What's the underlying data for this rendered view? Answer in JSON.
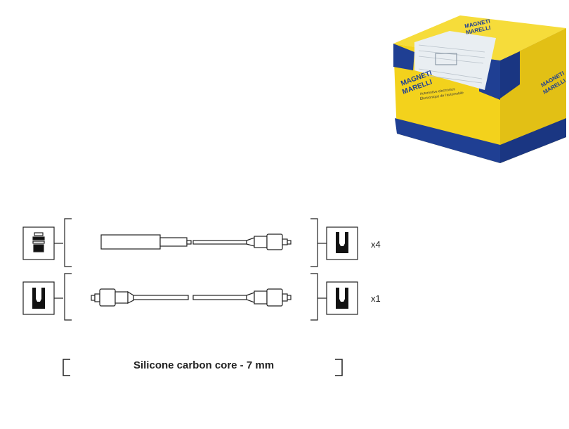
{
  "product_box": {
    "brand_front_line1": "MAGNETI",
    "brand_front_line2": "MARELLI",
    "brand_side_line1": "MAGNETI",
    "brand_side_line2": "MARELLI",
    "brand_top_line1": "MAGNETI",
    "brand_top_line2": "MARELLI",
    "front_subtitle_line1": "Automotive electronics",
    "front_subtitle_line2": "Électronique de l'automobile",
    "colors": {
      "yellow": "#f3d21c",
      "yellow_dark": "#d8b60f",
      "blue": "#1f3f93",
      "label": "#e9eef2"
    }
  },
  "diagram": {
    "rows": [
      {
        "quantity": "x4",
        "left_connector": "spark-plug-boot",
        "right_connector": "distributor-terminal"
      },
      {
        "quantity": "x1",
        "left_connector": "distributor-terminal",
        "right_connector": "distributor-terminal"
      }
    ],
    "caption": "Silicone carbon core - 7 mm"
  }
}
